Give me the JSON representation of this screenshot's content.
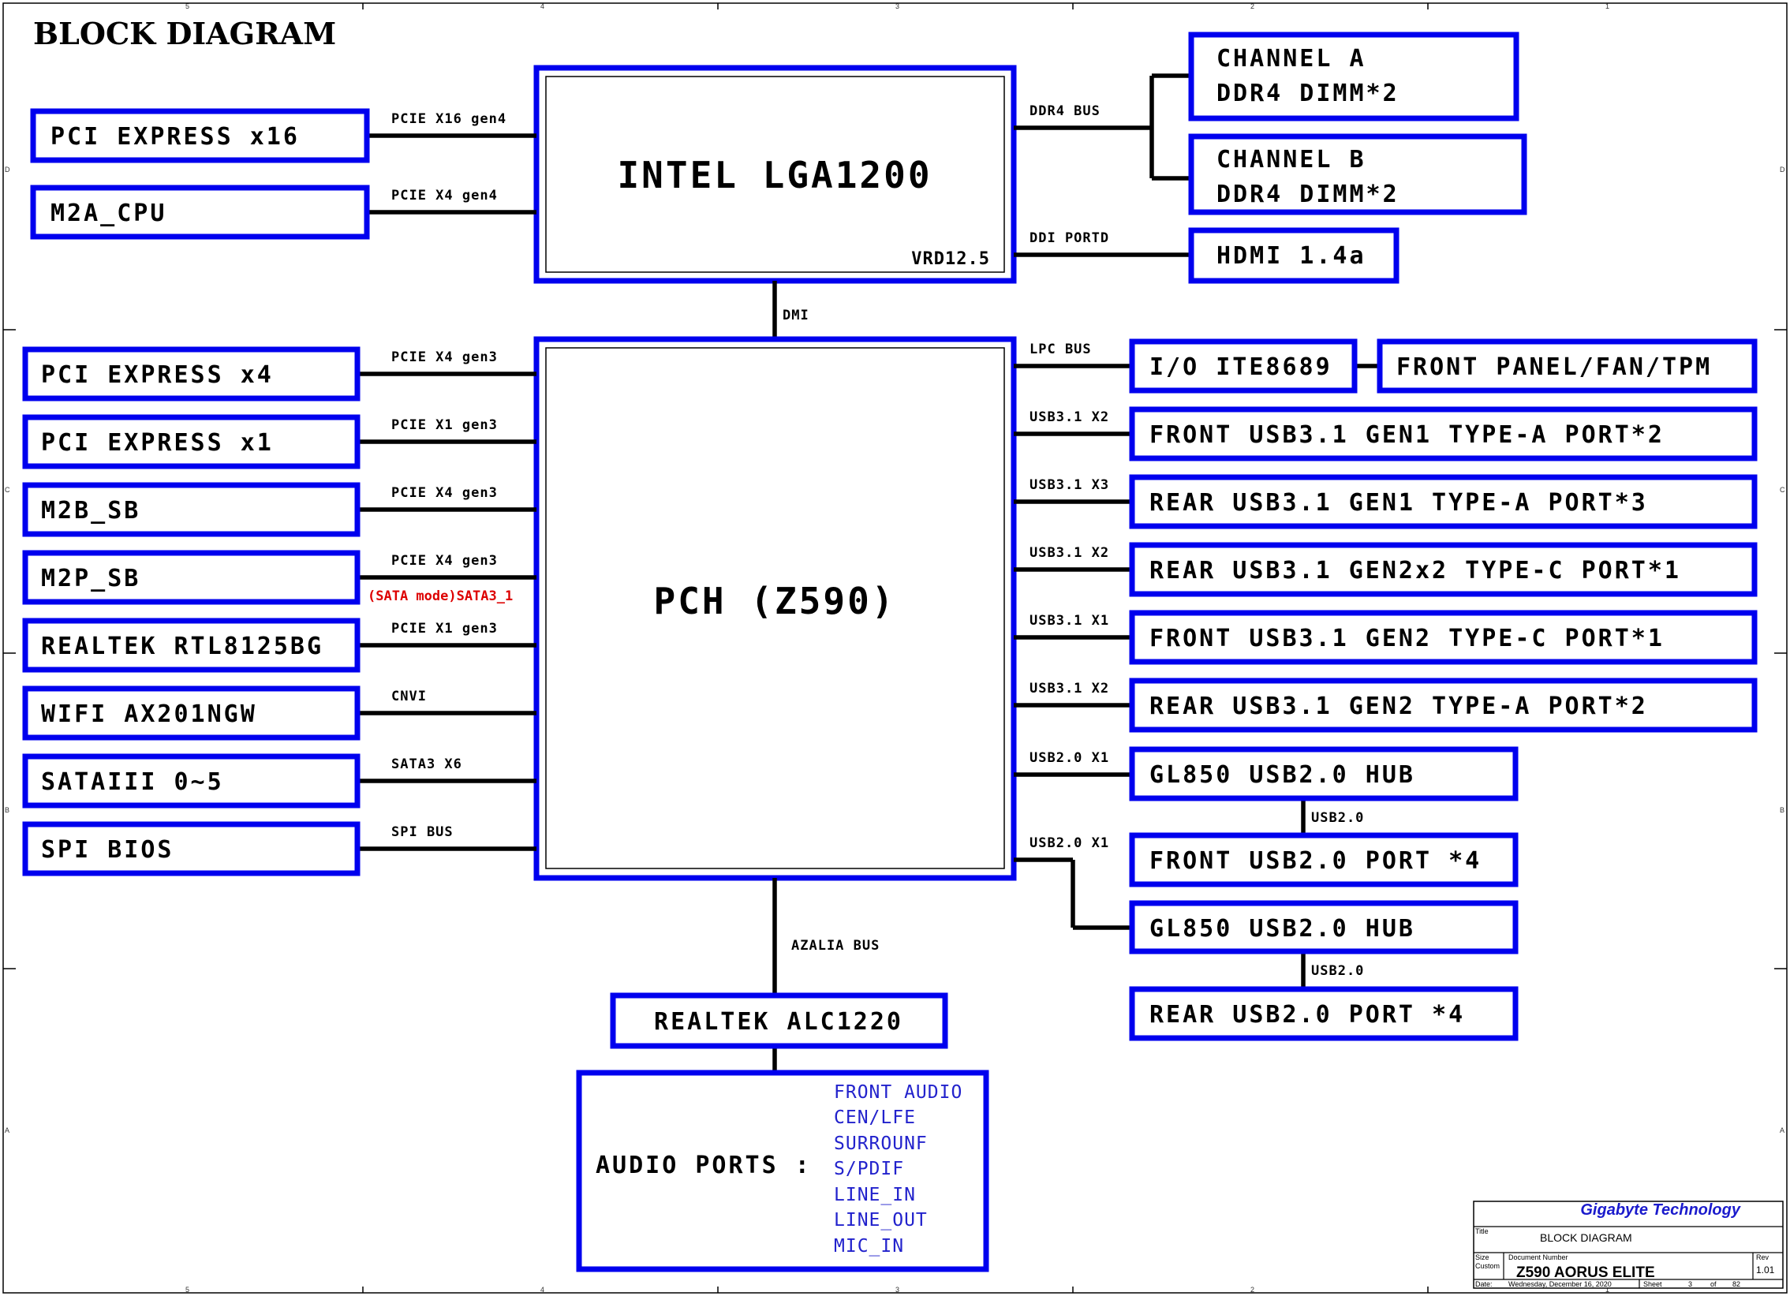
{
  "title": "BLOCK DIAGRAM",
  "cpu": {
    "name": "INTEL LGA1200",
    "vrd": "VRD12.5"
  },
  "pch": {
    "name": "PCH (Z590)"
  },
  "dmi": "DMI",
  "left_cpu": [
    {
      "label": "PCI EXPRESS x16",
      "bus": "PCIE X16 gen4"
    },
    {
      "label": "M2A_CPU",
      "bus": "PCIE X4 gen4"
    }
  ],
  "memory": {
    "bus": "DDR4 BUS",
    "channel_a": [
      "CHANNEL A",
      "DDR4 DIMM*2"
    ],
    "channel_b": [
      "CHANNEL B",
      "DDR4 DIMM*2"
    ]
  },
  "hdmi": {
    "label": "HDMI 1.4a",
    "bus": "DDI PORTD"
  },
  "left_pch": [
    {
      "label": "PCI EXPRESS x4",
      "bus": "PCIE X4 gen3"
    },
    {
      "label": "PCI EXPRESS x1",
      "bus": "PCIE X1 gen3"
    },
    {
      "label": "M2B_SB",
      "bus": "PCIE X4 gen3"
    },
    {
      "label": "M2P_SB",
      "bus": "PCIE X4 gen3",
      "note": "(SATA mode)SATA3_1"
    },
    {
      "label": "REALTEK RTL8125BG",
      "bus": "PCIE X1 gen3"
    },
    {
      "label": "WIFI AX201NGW",
      "bus": "CNVI"
    },
    {
      "label": "SATAIII 0~5",
      "bus": "SATA3 X6"
    },
    {
      "label": "SPI BIOS",
      "bus": "SPI BUS"
    }
  ],
  "io": {
    "label": "I/O ITE8689",
    "bus": "LPC BUS",
    "front_panel": "FRONT PANEL/FAN/TPM"
  },
  "right_pch": [
    {
      "label": "FRONT USB3.1 GEN1 TYPE-A PORT*2",
      "bus": "USB3.1 X2"
    },
    {
      "label": "REAR USB3.1 GEN1 TYPE-A PORT*3",
      "bus": "USB3.1 X3"
    },
    {
      "label": "REAR USB3.1 GEN2x2 TYPE-C PORT*1",
      "bus": "USB3.1 X2"
    },
    {
      "label": "FRONT USB3.1 GEN2 TYPE-C PORT*1",
      "bus": "USB3.1 X1"
    },
    {
      "label": "REAR USB3.1 GEN2 TYPE-A PORT*2",
      "bus": "USB3.1 X2"
    }
  ],
  "usb2": {
    "hub1": {
      "label": "GL850 USB2.0 HUB",
      "bus": "USB2.0 X1"
    },
    "link1": "USB2.0",
    "front": "FRONT USB2.0 PORT *4",
    "hub2": {
      "label": "GL850 USB2.0 HUB",
      "bus": "USB2.0 X1"
    },
    "link2": "USB2.0",
    "rear": "REAR USB2.0 PORT *4"
  },
  "audio": {
    "bus": "AZALIA BUS",
    "codec": "REALTEK ALC1220",
    "ports_label": "AUDIO PORTS :",
    "ports": [
      "FRONT AUDIO",
      "CEN/LFE",
      "SURROUNF",
      "S/PDIF",
      "LINE_IN",
      "LINE_OUT",
      "MIC_IN"
    ]
  },
  "title_block": {
    "company": "Gigabyte Technology",
    "title_caption": "Title",
    "title": "BLOCK DIAGRAM",
    "size_caption": "Size",
    "size": "Custom",
    "docnum_caption": "Document Number",
    "docnum": "Z590 AORUS ELITE",
    "rev_caption": "Rev",
    "rev": "1.01",
    "date_caption": "Date:",
    "date": "Wednesday, December 16, 2020",
    "sheet_caption": "Sheet",
    "sheet": "3",
    "of_caption": "of",
    "of": "82"
  },
  "border": {
    "columns": [
      "5",
      "4",
      "3",
      "2",
      "1"
    ],
    "rows": [
      "D",
      "C",
      "B",
      "A"
    ]
  }
}
